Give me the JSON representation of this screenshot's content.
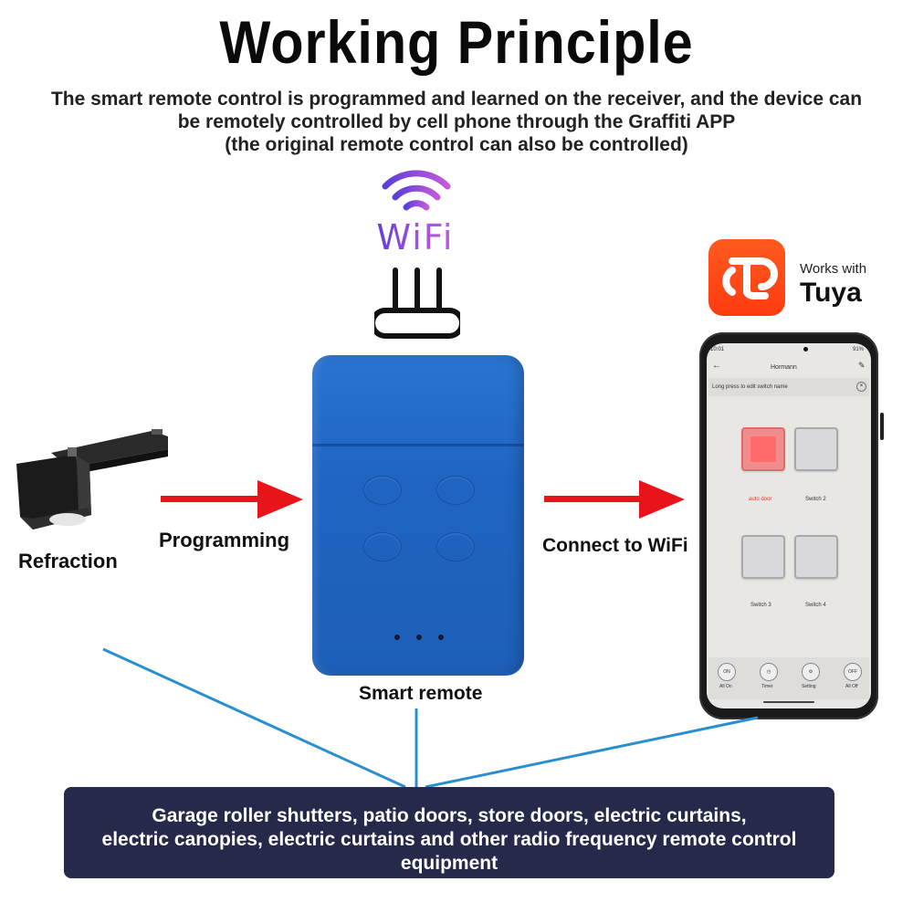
{
  "title": "Working Principle",
  "subtitle": {
    "line1": "The smart remote control is programmed and learned on the receiver, and the device can",
    "line2": "be remotely controlled by cell phone through the Graffiti APP",
    "line3": "(the original remote control can also be controlled)"
  },
  "wifi_label": "WiFi",
  "labels": {
    "refraction": "Refraction",
    "programming": "Programming",
    "smart_remote": "Smart remote",
    "connect_wifi": "Connect to WiFi"
  },
  "tuya": {
    "works_with": "Works with",
    "brand": "Tuya"
  },
  "phone": {
    "time": "10:01",
    "battery": "91%",
    "screen_title": "Hormann",
    "hint": "Long press to edit switch name",
    "switches": [
      {
        "label": "auto door",
        "active": true
      },
      {
        "label": "Switch 2",
        "active": false
      },
      {
        "label": "Switch 3",
        "active": false
      },
      {
        "label": "Switch 4",
        "active": false
      }
    ],
    "controls": [
      {
        "icon": "ON",
        "label": "All On"
      },
      {
        "icon": "clock-icon",
        "label": "Timer"
      },
      {
        "icon": "gear-icon",
        "label": "Setting"
      },
      {
        "icon": "OFF",
        "label": "All Off"
      }
    ]
  },
  "bottom_box": {
    "line1": "Garage roller shutters, patio doors, store doors, electric curtains,",
    "line2": "electric canopies, electric curtains and other radio frequency remote control",
    "line3": "equipment"
  },
  "colors": {
    "arrow": "#e8141a",
    "connector": "#2a8fd0",
    "device": "#1f64c2",
    "tuya": "#ff4616",
    "bottom_box": "#27294a"
  }
}
